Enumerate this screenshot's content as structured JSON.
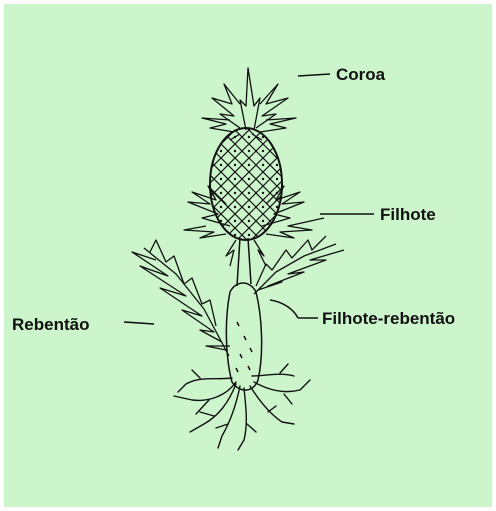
{
  "diagram": {
    "background_color": "#ccf5cc",
    "line_color": "#111111",
    "labels": {
      "coroa": "Coroa",
      "filhote": "Filhote",
      "rebentao": "Rebentão",
      "filhote_rebentao": "Filhote-rebentão"
    }
  }
}
